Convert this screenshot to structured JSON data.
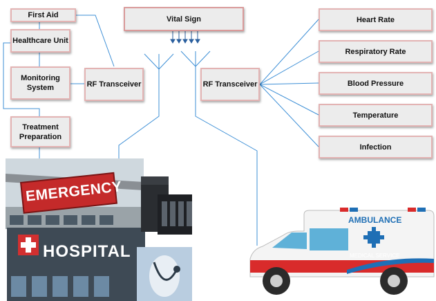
{
  "nodes": {
    "first_aid": "First Aid",
    "healthcare_unit": "Healthcare Unit",
    "monitoring_system": "Monitoring System",
    "rf_transceiver_left": "RF Transceiver",
    "treatment_preparation": "Treatment Preparation",
    "vital_sign": "Vital Sign",
    "rf_transceiver_right": "RF Transceiver",
    "heart_rate": "Heart Rate",
    "respiratory_rate": "Respiratory Rate",
    "blood_pressure": "Blood Pressure",
    "temperature": "Temperature",
    "infection": "Infection"
  },
  "images": {
    "emergency_sign": "EMERGENCY",
    "hospital_sign": "HOSPITAL",
    "ambulance_title": "AMBULANCE",
    "ambulance_subtitle": "MEDICAL SERVICE"
  },
  "colors": {
    "box_fill": "#ececec",
    "box_border": "#e3b3b3",
    "wire": "#3d8fd6",
    "emergency_red": "#c42a2a",
    "ambulance_red": "#d92b2b",
    "ambulance_blue": "#1f6fb5"
  }
}
